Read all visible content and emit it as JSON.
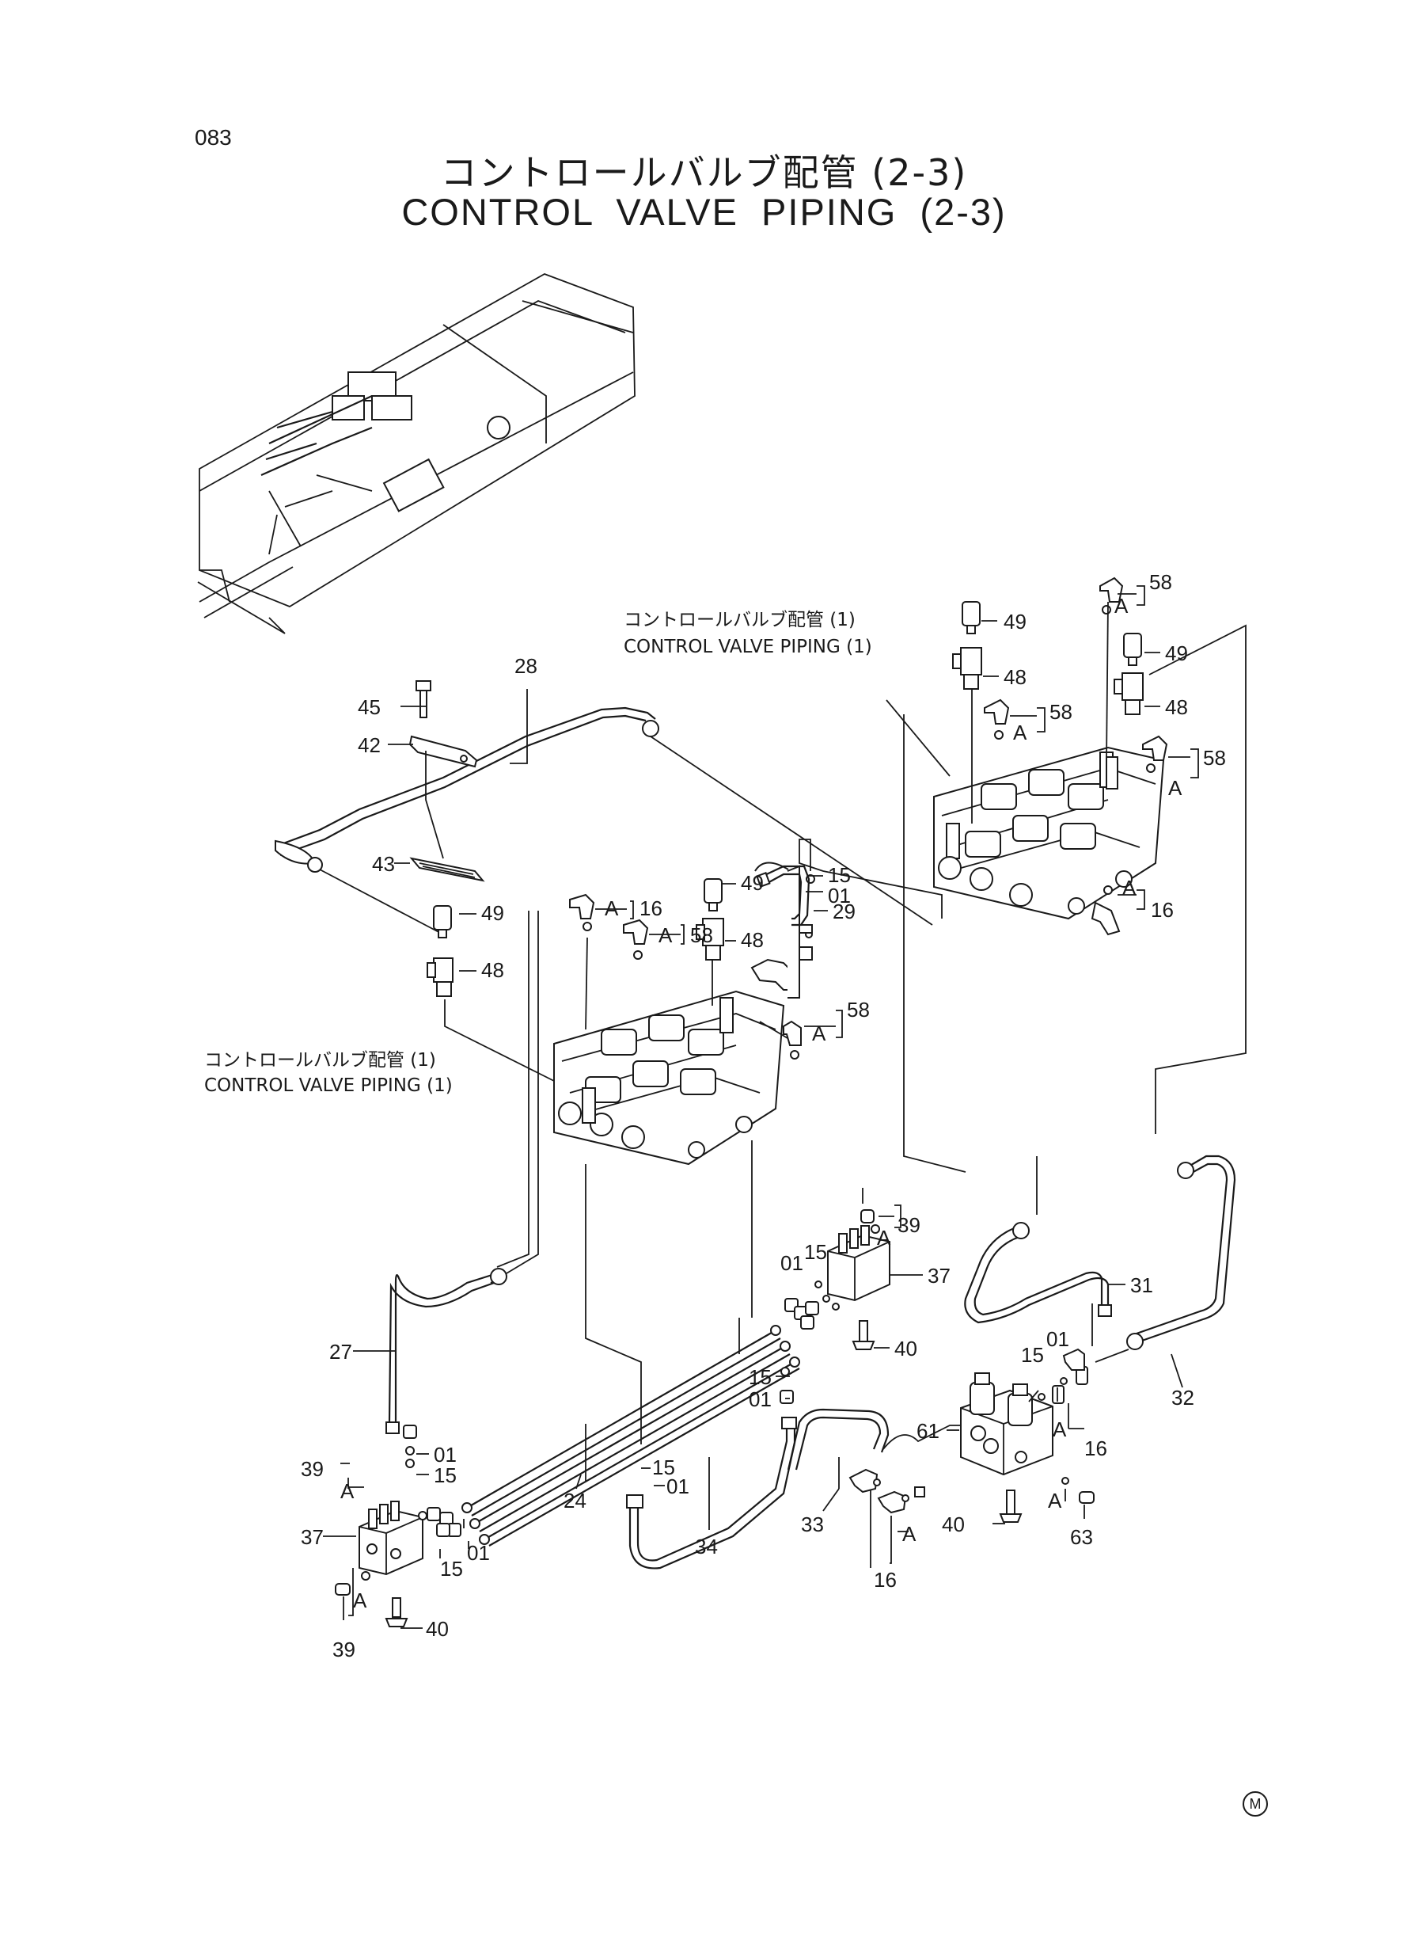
{
  "page": {
    "number": "083",
    "title_jp": "コントロールバルブ配管 (2-3)",
    "title_en": "CONTROL VALVE PIPING (2-3)",
    "footer_mark": "M"
  },
  "references": {
    "left_jp": "コントロールバルブ配管 (1)",
    "left_en": "CONTROL VALVE PIPING (1)",
    "right_jp": "コントロールバルブ配管 (1)",
    "right_en": "CONTROL VALVE PIPING (1)"
  },
  "callouts": {
    "c28": "28",
    "c45": "45",
    "c42": "42",
    "c43": "43",
    "c49a": "49",
    "c48a": "48",
    "c16a": "16",
    "cA1": "A",
    "c58a": "58",
    "cA2": "A",
    "c49b": "49",
    "c48b": "48",
    "c15a": "15",
    "c01a": "01",
    "c29": "29",
    "c58b": "58",
    "cA3": "A",
    "c58c": "58",
    "cA4": "A",
    "c49c": "49",
    "c58d": "58",
    "cA5": "A",
    "c49d": "49",
    "c48c": "48",
    "c49e": "49",
    "c48d": "48",
    "c58e": "58",
    "cA6": "A",
    "c58f": "58",
    "cA7": "A",
    "cA8": "A",
    "c16b": "16",
    "c39a": "39",
    "cA9": "A",
    "c01b": "01",
    "c15b": "15",
    "c37a": "37",
    "c40a": "40",
    "c31": "31",
    "c32": "32",
    "c27": "27",
    "c15c": "15",
    "c01c": "01",
    "c01d": "01",
    "c39b": "39",
    "cA10": "A",
    "c15d": "15",
    "c24": "24",
    "c15e": "15",
    "c01e": "01",
    "c37b": "37",
    "c15f": "15",
    "c01f": "01",
    "cA11": "A",
    "c39c": "39",
    "c40b": "40",
    "c34": "34",
    "c33": "33",
    "c61": "61",
    "c15g": "15",
    "c01g": "01",
    "cA12": "A",
    "c16c": "16",
    "cA13": "A",
    "c63": "63",
    "c40c": "40",
    "cA14": "A",
    "c16d": "16"
  }
}
